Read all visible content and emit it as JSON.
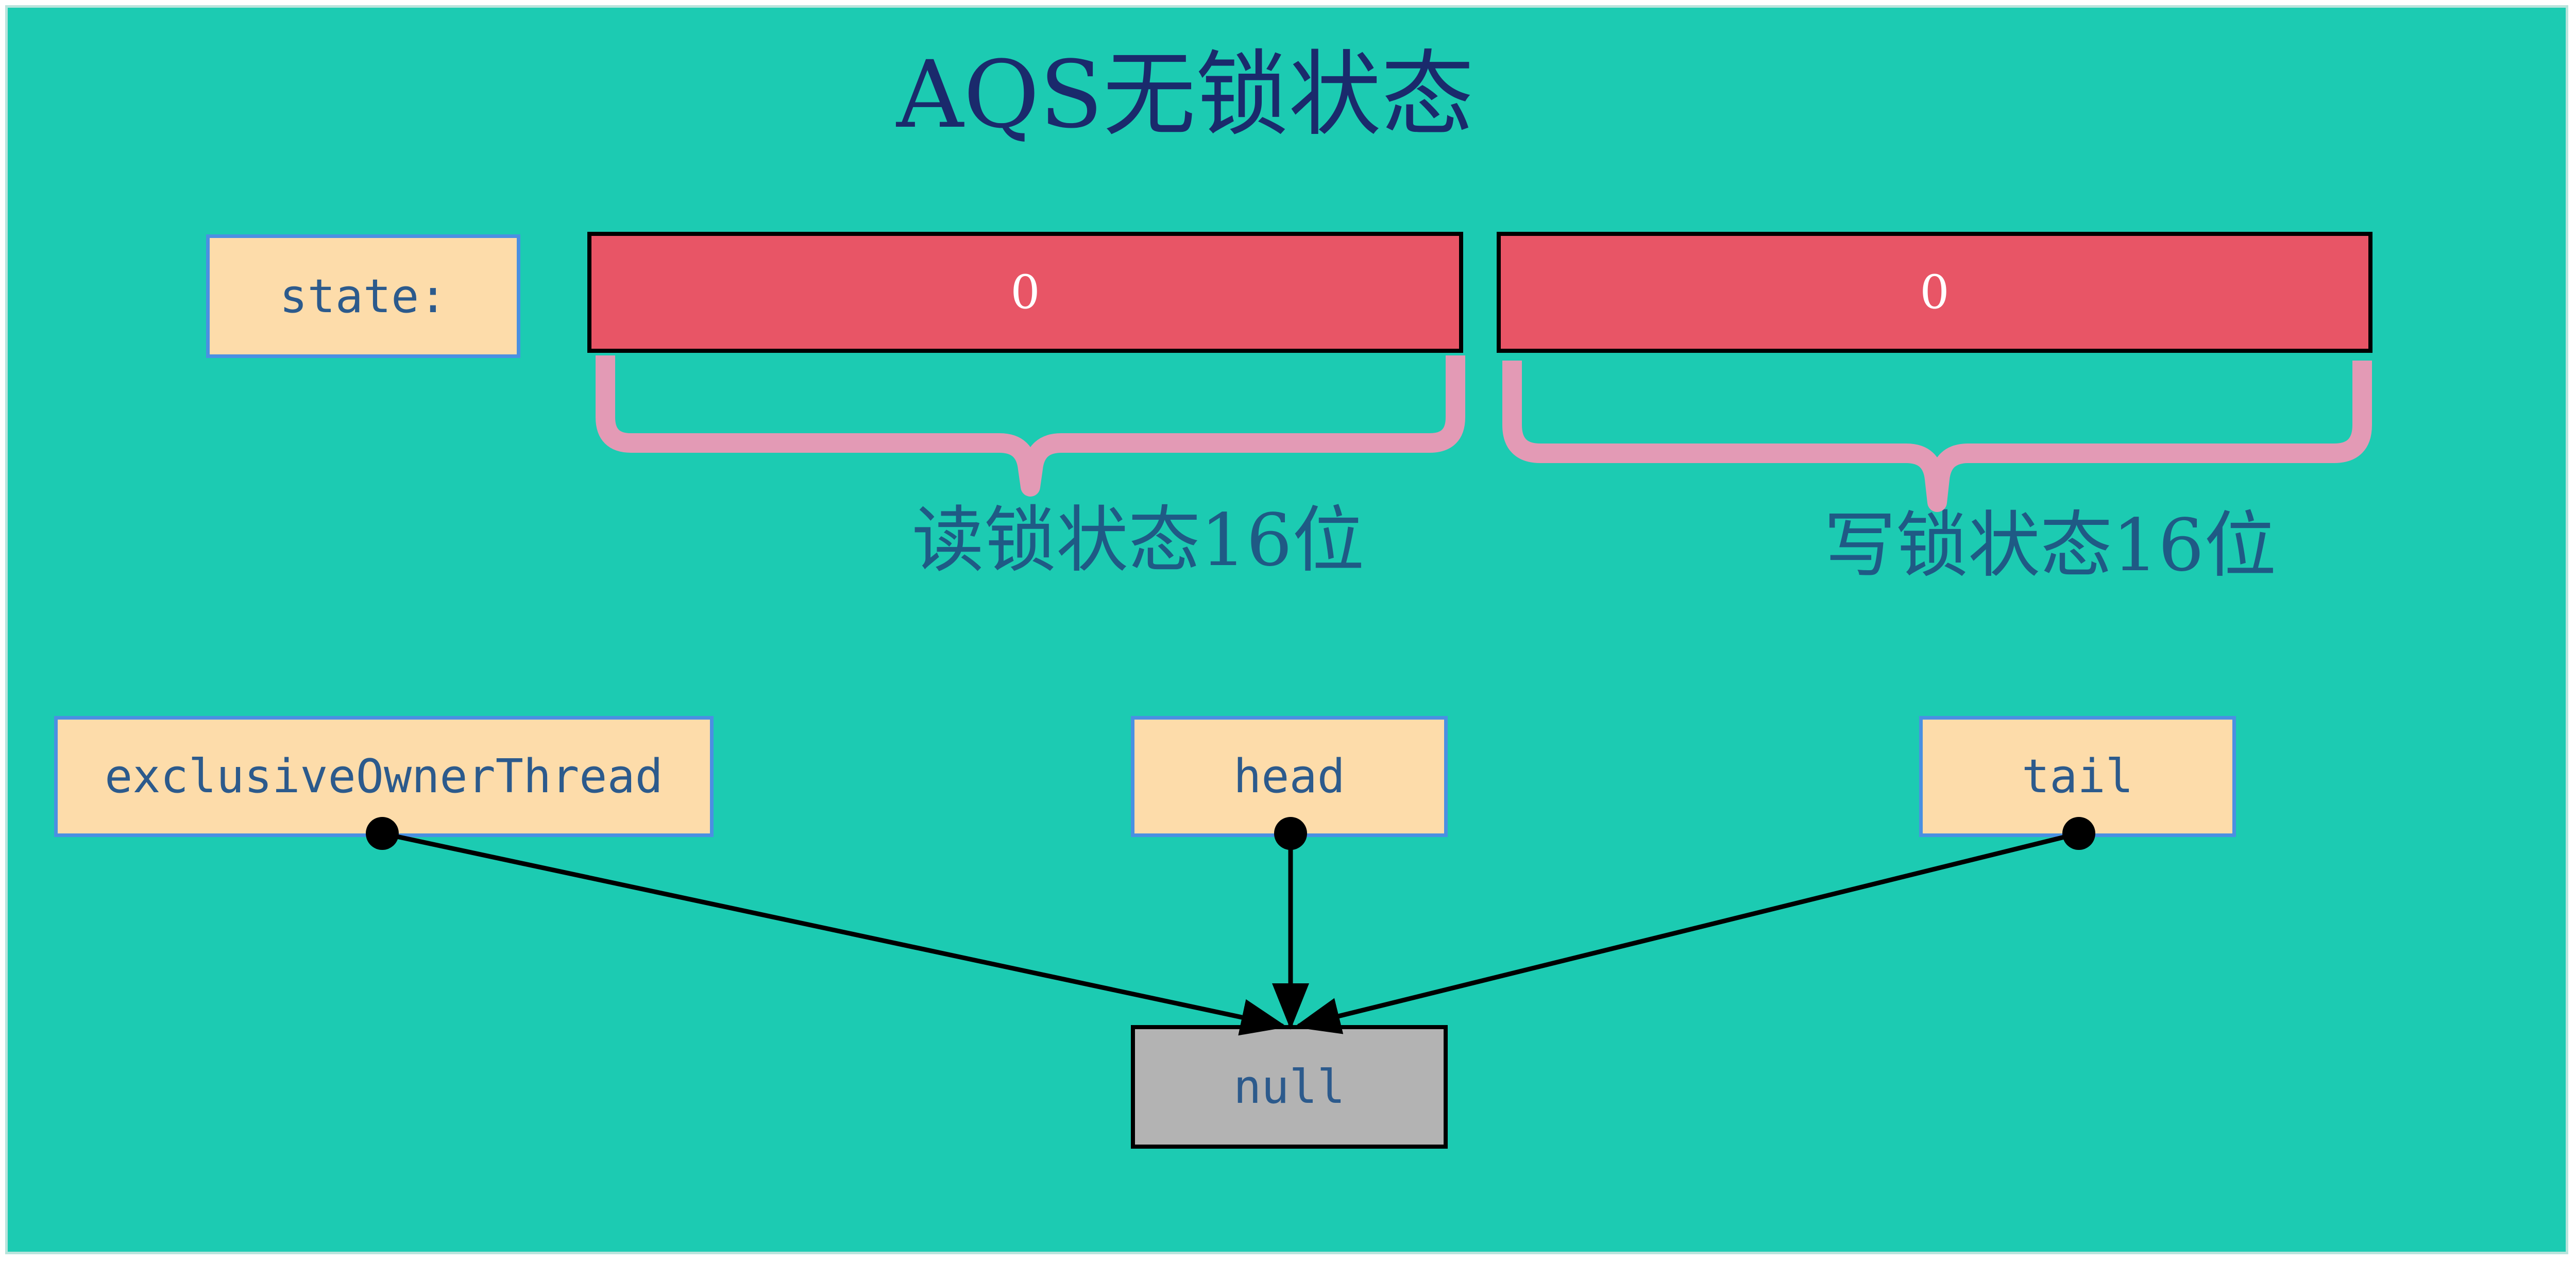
{
  "diagram": {
    "title": "AQS无锁状态",
    "state_label": "state:",
    "read_bits_value": "0",
    "write_bits_value": "0",
    "read_brace_label": "读锁状态16位",
    "write_brace_label": "写锁状态16位",
    "owner_label": "exclusiveOwnerThread",
    "head_label": "head",
    "tail_label": "tail",
    "null_label": "null"
  },
  "colors": {
    "background": "#1ccbb2",
    "field_fill": "#fddcaa",
    "bit_fill": "#e85566",
    "null_fill": "#b3b3b3",
    "brace": "#e39ab5",
    "arrow": "#000000"
  }
}
